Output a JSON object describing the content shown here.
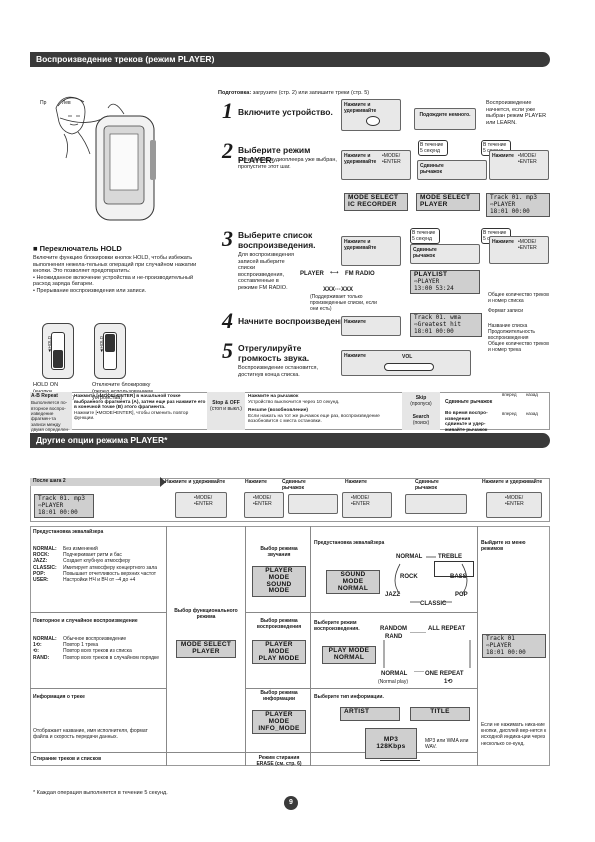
{
  "section1": {
    "title": "Воспроизведение треков (режим PLAYER)"
  },
  "prep": {
    "label": "Подготовка:",
    "text": " загрузите (стр. 2) или запишите треки (стр. 5)"
  },
  "illustration": {
    "left_label": "Пр",
    "right_label": "Лев"
  },
  "hold": {
    "title": "Переключатель HOLD",
    "text": "Включите функцию блокировки кнопок HOLD, чтобы избежать выполнения нежела-тельных операций при случайном нажатии кнопки. Это позволяет предотвратить:",
    "bullets": [
      "• Неожиданное включение устройства и не-производительный расход заряда батареи.",
      "• Прерывание воспроизведения или записи."
    ],
    "on_label": "HOLD ON\n(кнопки\nзаблокированы)",
    "off_label": "Отключите блокировку\n(перед использованием\nустройства)",
    "switch_text1": "◄HOLD",
    "switch_text2": "◄HOLD"
  },
  "steps": [
    {
      "num": "1",
      "title": "Включите устройство.",
      "text": ""
    },
    {
      "num": "2",
      "title": "Выберите режим PLAYER.",
      "text": "Если режим аудиоплеера уже выбран, пропустите этот шаг."
    },
    {
      "num": "3",
      "title": "Выберите список воспроизведения.",
      "text": "Для воспроизведения записей выберите списки воспроизведения, составленные в режиме FM RADIO."
    },
    {
      "num": "4",
      "title": "Начните воспроизведение.",
      "text": ""
    },
    {
      "num": "5",
      "title": "Отрегулируйте громкость звука.",
      "text": "Воспроизведение остановится, достигнув конца списка."
    }
  ],
  "step_ui": {
    "press_hold": "Нажмите и удерживайте",
    "wait": "Подождите немного.",
    "press_hold2": "Нажмите и удерживайте",
    "release": "Сдвиньте рычажок",
    "within5": "В течение 5 секунд",
    "mode_enter": "•MODE/\n•ENTER",
    "press": "Нажмите",
    "vol": "VOL",
    "player_label": "PLAYER",
    "fm_label": "FM RADIO",
    "xxx": "XXX···XXX",
    "xxx_note": "(Поддерживает только произведенные списки, если они есть)",
    "start_text": "Воспроизведение начнется, если уже выбран режим PLAYER или LEARN.",
    "total_note": "Общее количество треков и номер списка",
    "format_note": "Формат записи",
    "list_note": "Название списка",
    "dur_note": "Продолжительность воспроизведения",
    "total_note2": "Общее количество треков и номер трека"
  },
  "lcds": {
    "mode_select_ic": [
      "MODE SELECT",
      "IC RECORDER"
    ],
    "mode_select_player": [
      "MODE SELECT",
      "PLAYER"
    ],
    "track1": [
      "Track 01. mp3",
      "⇨PLAYER",
      "18:01     00:00"
    ],
    "playlist": [
      "PLAYLIST",
      "⇨PLAYER",
      "13:00     53:24"
    ],
    "track_wma": [
      "Track 01. wma",
      "⇨Greatest hit",
      "18:01     00:00"
    ]
  },
  "ops": {
    "ab_title": "A-B Repeat",
    "ab_desc": "Выполняется по-вторное воспро-изведение фрагмен-та записи между двумя определен-ными точками",
    "ab_text": "Нажмите [•MODE/•ENTER] в начальной точке выбранного фрагмента (A), затем еще раз нажмите его в конечной точке (B) этого фрагмента.",
    "ab_text2": "Нажмите [•MODE/•ENTER], чтобы отменить повтор функции.",
    "stop_title": "Stop & OFF",
    "stop_sub": "(стоп и выкл.)",
    "stop_text1": "Нажмите на рычажок",
    "stop_text2": "Устройство выключится через 10 секунд.",
    "resume_title": "Resume (возобновление)",
    "resume_text": "Если нажать на тот же рычажок еще раз, воспроизведение возобновится с места остановки.",
    "skip_title": "Skip",
    "skip_sub": "(пропуск)",
    "skip_text": "Сдвиньте рычажок",
    "fwd": "вперед",
    "back": "назад",
    "search_title": "Search",
    "search_sub": "(поиск)",
    "search_text1": "Во время воспро-изведения",
    "search_text2": "сдвиньте и удер-живайте рычажок"
  },
  "section2": {
    "title": "Другие опции режима PLAYER*"
  },
  "flow": {
    "after2": "После шага 2",
    "press_hold": "Нажмите и удерживайте",
    "press": "Нажмите",
    "release": "Сдвиньте рычажок",
    "press2": "Нажмите",
    "release2": "Сдвиньте рычажок",
    "press_hold2": "Нажмите и удерживайте",
    "mode_enter": "•MODE/\n•ENTER"
  },
  "eq": {
    "title": "Предустановка эквалайзера",
    "rows": [
      [
        "NORMAL:",
        "Без изменений"
      ],
      [
        "ROCK:",
        "Подчеркивает ритм и бас"
      ],
      [
        "JAZZ:",
        "Создает клубную атмосферу"
      ],
      [
        "CLASSIC:",
        "Имитирует атмосферу концертного зала"
      ],
      [
        "POP:",
        "Повышает отчетливость верхних частот"
      ],
      [
        "USER:",
        "Настройки НЧ и ВЧ от –4 до +4"
      ]
    ],
    "select_title": "Выбор режима звучания",
    "lcd": [
      "PLAYER MODE",
      "SOUND MODE"
    ],
    "preset_title": "Предустановка эквалайзера",
    "lcd2": [
      "SOUND MODE",
      "NORMAL"
    ],
    "normal": "NORMAL",
    "treble": "TREBLE",
    "rock": "ROCK",
    "bass": "BASS",
    "jazz": "JAZZ",
    "pop": "POP",
    "classic": "CLASSIC"
  },
  "repeat": {
    "title": "Повторное и случайное воспроизведение",
    "rows": [
      [
        "NORMAL:",
        "Обычное воспроизведение"
      ],
      [
        "1⟲:",
        "Повтор 1 трека"
      ],
      [
        "⟲:",
        "Повтор всех треков из списка"
      ],
      [
        "RAND:",
        "Повтор всех треков в случайном порядке"
      ]
    ],
    "func_title": "Выбор функционального режима",
    "lcd_func": [
      "MODE SELECT",
      "PLAYER"
    ],
    "select_title": "Выбор режима воспроизведения",
    "lcd": [
      "PLAYER MODE",
      "PLAY MODE"
    ],
    "pick_title": "Выберите режим воспроизведения.",
    "lcd2": [
      "PLAY MODE",
      "NORMAL"
    ],
    "random": "RANDOM",
    "rand": "RAND",
    "all_repeat": "ALL REPEAT",
    "normal": "NORMAL",
    "one_repeat": "ONE REPEAT",
    "normal_play": "(Normal play)",
    "one_icon": "1⟲"
  },
  "info": {
    "title": "Информация о треке",
    "text": "Отображает название, имя исполнителя, формат файла и скорость передачи данных.",
    "select_title": "Выбор режима информации",
    "lcd": [
      "PLAYER MODE",
      "INFO_MODE"
    ],
    "pick_title": "Выберите тип информации.",
    "artist": "ARTIST",
    "title_box": "TITLE",
    "mp3": "MP3\n128Kbps",
    "mp3_note": "MP3 или WMA или WAV."
  },
  "exit": {
    "title": "Выйдите из меню режимов",
    "lcd": [
      "Track 01",
      "⇨PLAYER",
      "18:01     00:00"
    ],
    "note": "Если не нажимать ника-кие кнопки, дисплей вер-нется к исходной индика-ции через несколько се-кунд."
  },
  "erase": {
    "title": "Стирание треков и списков",
    "mode": "Режим стирания ERASE (см. стр. 6)"
  },
  "footnote": "* Каждая операция выполняется в течение 5 секунд.",
  "page_num": "9"
}
